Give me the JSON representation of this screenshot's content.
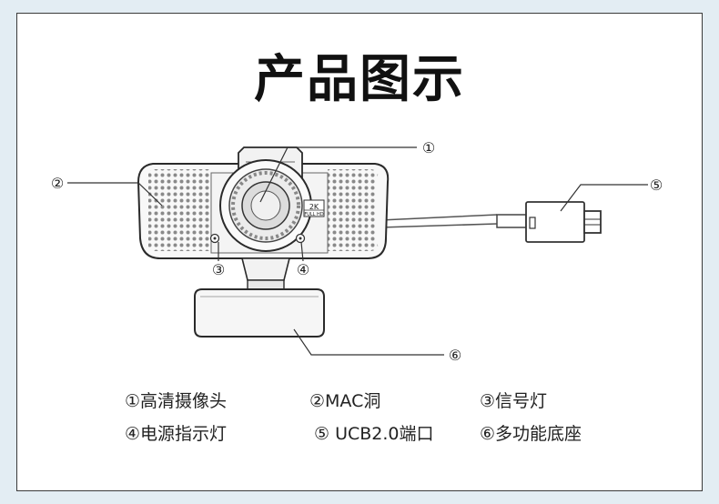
{
  "title": "产品图示",
  "callouts": [
    {
      "number": "①",
      "label": "高清摄像头"
    },
    {
      "number": "②",
      "label": "MAC洞"
    },
    {
      "number": "③",
      "label": "信号灯"
    },
    {
      "number": "④",
      "label": "电源指示灯"
    },
    {
      "number": "⑤",
      "label": "UCB2.0端口"
    },
    {
      "number": "⑥",
      "label": "多功能底座"
    }
  ],
  "legend_text": [
    "①高清摄像头",
    "②MAC洞",
    "③信号灯",
    "④电源指示灯",
    "⑤ UCB2.0端口",
    "⑥多功能底座"
  ],
  "badge": {
    "top": "2K",
    "bottom": "FULL HD"
  }
}
